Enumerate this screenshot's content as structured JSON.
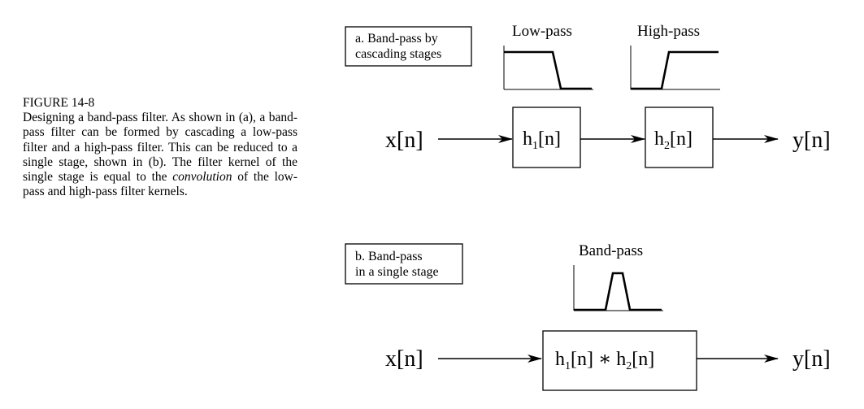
{
  "caption": {
    "title": "FIGURE 14-8",
    "text_before": "Designing a band-pass filter. As shown in (a), a band-pass filter can be formed by cascading a low-pass filter and a high-pass filter.  This can be reduced to a single stage, shown in (b). The filter kernel of the single stage is equal to the ",
    "text_italic": "convolution",
    "text_after": " of the low-pass and high-pass filter kernels."
  },
  "panel_a": {
    "label_line1": "a.  Band-pass by",
    "label_line2": "cascading stages",
    "lowpass_title": "Low-pass",
    "highpass_title": "High-pass",
    "input": "x[n]",
    "output": "y[n]",
    "stage1_h": "h",
    "stage1_sub": "1",
    "stage1_arg": "[n]",
    "stage2_h": "h",
    "stage2_sub": "2",
    "stage2_arg": "[n]"
  },
  "panel_b": {
    "label_line1": "b.  Band-pass",
    "label_line2": "in a single stage",
    "bandpass_title": "Band-pass",
    "input": "x[n]",
    "output": "y[n]",
    "h1": "h",
    "h1_sub": "1",
    "h1_arg": "[n] ",
    "conv": "∗",
    "h2": " h",
    "h2_sub": "2",
    "h2_arg": "[n]"
  }
}
